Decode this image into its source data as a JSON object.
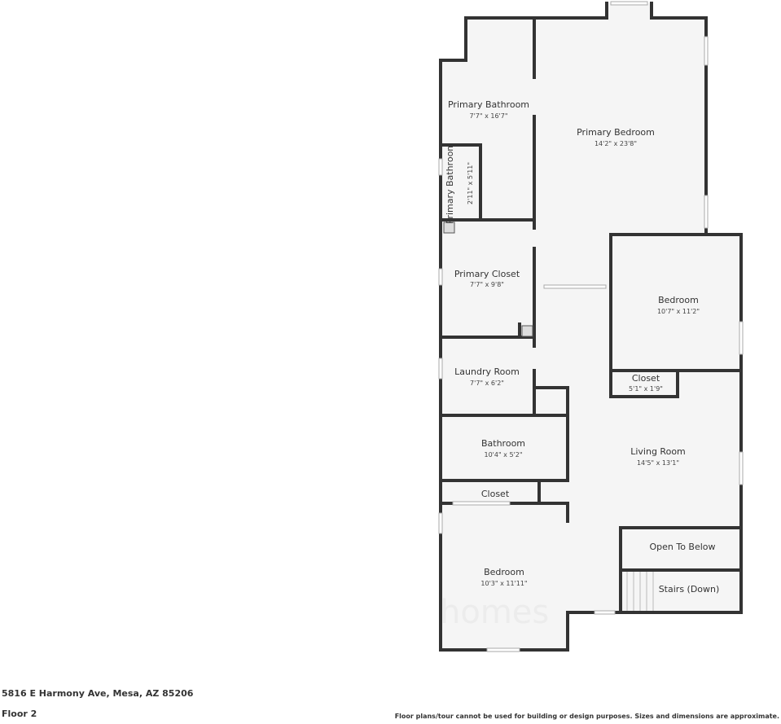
{
  "address": "5816 E Harmony Ave, Mesa, AZ 85206",
  "floor_label": "Floor 2",
  "disclaimer": "Floor plans/tour cannot be used for building or design purposes. Sizes and dimensions are approximate.",
  "watermark": "homes",
  "colors": {
    "wall": "#333333",
    "floor": "#f5f5f5",
    "window": "#ffffff"
  },
  "rooms": [
    {
      "name": "Primary Bathroom",
      "dims": "7'7\" x 16'7\""
    },
    {
      "name": "Primary Bedroom",
      "dims": "14'2\" x 23'8\""
    },
    {
      "name": "Primary Bathroom",
      "dims": "2'11\" x 5'11\""
    },
    {
      "name": "Primary Closet",
      "dims": "7'7\" x 9'8\""
    },
    {
      "name": "Bedroom",
      "dims": "10'7\" x 11'2\""
    },
    {
      "name": "Closet",
      "dims": "5'1\" x 1'9\""
    },
    {
      "name": "Laundry Room",
      "dims": "7'7\" x 6'2\""
    },
    {
      "name": "Living Room",
      "dims": "14'5\" x 13'1\""
    },
    {
      "name": "Bathroom",
      "dims": "10'4\" x 5'2\""
    },
    {
      "name": "Closet",
      "dims": ""
    },
    {
      "name": "Open To Below",
      "dims": ""
    },
    {
      "name": "Bedroom",
      "dims": "10'3\" x 11'11\""
    },
    {
      "name": "Stairs (Down)",
      "dims": ""
    }
  ]
}
